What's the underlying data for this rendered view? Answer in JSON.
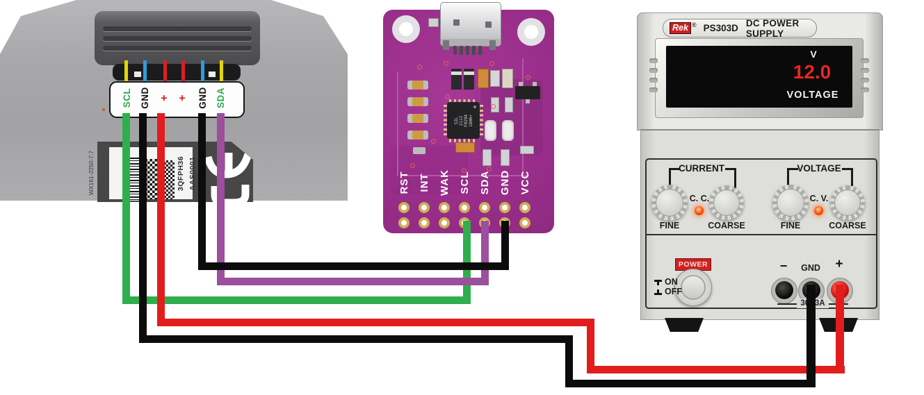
{
  "colors": {
    "wire_green": "#2fae4e",
    "wire_purple": "#9b4f9d",
    "wire_black": "#0c0c0c",
    "wire_red": "#e21d1d",
    "pin_yellow": "#e2d800",
    "pin_blue": "#2b9fd6",
    "pin_red": "#dd1f1f",
    "label_green": "#2fa84b",
    "label_black": "#121212",
    "label_red": "#dd1f1f",
    "display_value_red": "#e8261f"
  },
  "left_device": {
    "connector_labels": [
      {
        "text": "SCL",
        "color": "#2fa84b"
      },
      {
        "text": "GND",
        "color": "#121212"
      },
      {
        "text": "+",
        "color": "#dd1f1f"
      },
      {
        "text": "+",
        "color": "#dd1f1f"
      },
      {
        "text": "GND",
        "color": "#121212"
      },
      {
        "text": "SDA",
        "color": "#2fa84b"
      }
    ],
    "side_text": "WX161-2250-7.7",
    "sticker_text_1": "3QFPH36",
    "sticker_text_2": "AAS0001"
  },
  "breakout_board": {
    "chip_lines": [
      "SIL",
      "2112",
      "F0294",
      "1806+"
    ],
    "pin_labels": [
      "RST",
      "INT",
      "WAK",
      "SCL",
      "SDA",
      "GND",
      "VCC"
    ]
  },
  "power_supply": {
    "brand": "Rek",
    "reg_mark": "®",
    "model": "PS303D",
    "title": "DC POWER SUPPLY",
    "display": {
      "unit": "V",
      "value": "12.0",
      "caption": "VOLTAGE"
    },
    "current_group": {
      "label": "CURRENT",
      "indicator": "C. C.",
      "fine": "FINE",
      "coarse": "COARSE"
    },
    "voltage_group": {
      "label": "VOLTAGE",
      "indicator": "C. V.",
      "fine": "FINE",
      "coarse": "COARSE"
    },
    "power_label": "POWER",
    "on_label": "ON",
    "off_label": "OFF",
    "terminals": {
      "minus": "−",
      "gnd": "GND",
      "plus": "+",
      "rating": "30V3A"
    }
  }
}
